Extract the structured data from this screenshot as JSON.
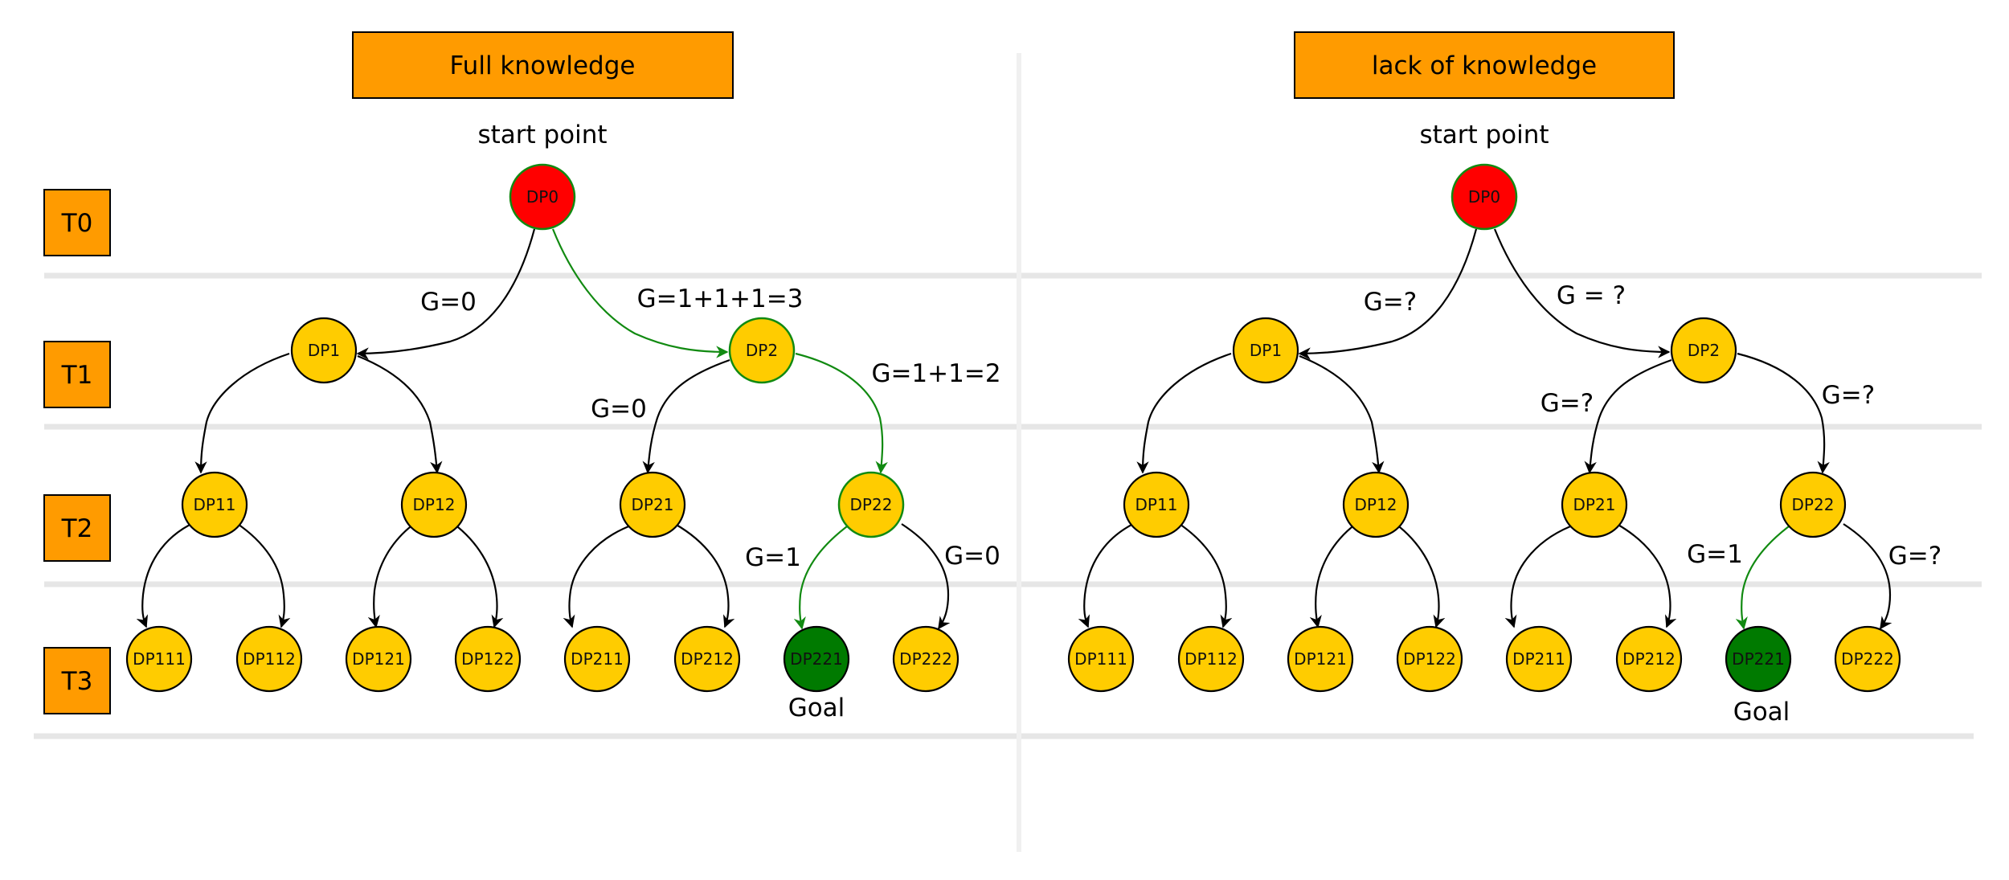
{
  "colors": {
    "header_fill": "#ff9b00",
    "root_fill": "#ff0000",
    "node_fill": "#ffcc00",
    "goal_fill": "#007a00",
    "path_green": "#118a11",
    "edge_black": "#000000",
    "separator": "#e6e6e6"
  },
  "tiers": [
    "T0",
    "T1",
    "T2",
    "T3"
  ],
  "panels": [
    {
      "title": "Full knowledge",
      "start_label": "start point",
      "goal_label": "Goal",
      "nodes": {
        "root": "DP0",
        "l1": [
          "DP1",
          "DP2"
        ],
        "l2": [
          "DP11",
          "DP12",
          "DP21",
          "DP22"
        ],
        "l3": [
          "DP111",
          "DP112",
          "DP121",
          "DP122",
          "DP211",
          "DP212",
          "DP221",
          "DP222"
        ]
      },
      "edge_labels": {
        "root_left": "G=0",
        "root_right": "G=1+1+1=3",
        "dp2_left": "G=0",
        "dp2_right": "G=1+1=2",
        "dp22_left": "G=1",
        "dp22_right": "G=0"
      }
    },
    {
      "title": "lack of knowledge",
      "start_label": "start point",
      "goal_label": "Goal",
      "nodes": {
        "root": "DP0",
        "l1": [
          "DP1",
          "DP2"
        ],
        "l2": [
          "DP11",
          "DP12",
          "DP21",
          "DP22"
        ],
        "l3": [
          "DP111",
          "DP112",
          "DP121",
          "DP122",
          "DP211",
          "DP212",
          "DP221",
          "DP222"
        ]
      },
      "edge_labels": {
        "root_left": "G=?",
        "root_right": "G = ?",
        "dp2_left": "G=?",
        "dp2_right": "G=?",
        "dp22_left": "G=1",
        "dp22_right": "G=?"
      }
    }
  ]
}
